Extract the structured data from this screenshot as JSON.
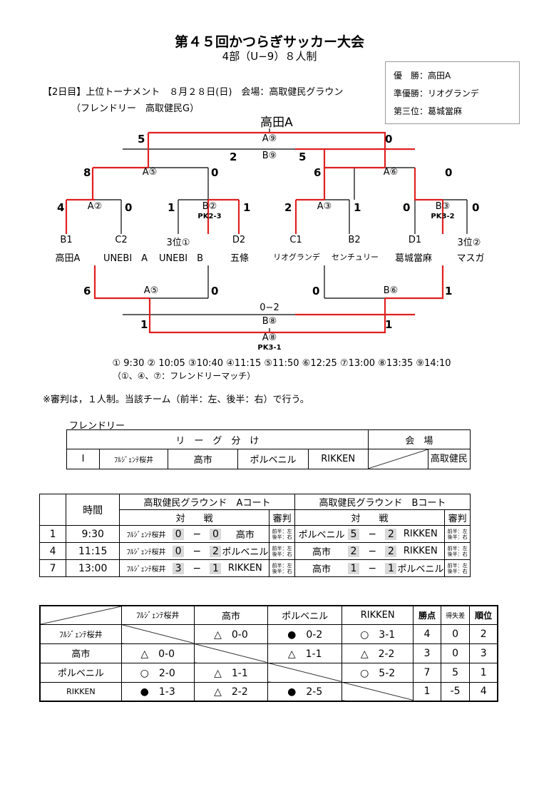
{
  "header": {
    "title": "第４５回かつらぎサッカー大会",
    "subtitle": "4部（U−9）８人制",
    "day_info": "【2日目】上位トーナメント　８月２８日(日)　会場：高取健民グラウン",
    "friendly_venue": "（フレンドリー　高取健民G）"
  },
  "results": {
    "winner": "優　勝：高田A",
    "runner_up": "準優勝：リオグランデ",
    "third": "第三位：葛城當麻"
  },
  "bracket": {
    "champion": "高田A",
    "final": {
      "label": "A⑨",
      "left": "5",
      "right": "0"
    },
    "third_place": {
      "label": "B⑨",
      "left": "2",
      "right": "5"
    },
    "semi_left": {
      "label": "A⑤",
      "left": "8",
      "right": "0"
    },
    "semi_right": {
      "label": "A⑥",
      "left": "6",
      "right": "0"
    },
    "qf1": {
      "label": "A②",
      "left": "4",
      "right": "0"
    },
    "qf2": {
      "label": "B②",
      "left": "1",
      "right": "1",
      "pk": "PK2-3"
    },
    "qf3": {
      "label": "A③",
      "left": "2",
      "right": "1"
    },
    "qf4": {
      "label": "B③",
      "left": "0",
      "right": "0",
      "pk": "PK3-2"
    },
    "seeds": [
      "B1",
      "C2",
      "3位①",
      "D2",
      "C1",
      "B2",
      "D1",
      "3位②"
    ],
    "teams": [
      "高田A",
      "UNEBI　A",
      "UNEBI　B",
      "五條",
      "リオグランデ",
      "センチュリー",
      "葛城當麻",
      "マスガ"
    ],
    "lower_left": {
      "label": "A⑤",
      "left": "6",
      "right": "0"
    },
    "lower_right": {
      "label": "B⑥",
      "left": "0",
      "right": "1"
    },
    "lower_final_top": {
      "score": "0−2",
      "label": "B⑧"
    },
    "lower_final_bottom": {
      "label": "A⑧",
      "left": "1",
      "right": "1",
      "pk": "PK3-1"
    }
  },
  "schedule": {
    "times": "① 9:30 ② 10:05 ③10:40 ④11:15 ⑤11:50 ⑥12:25 ⑦13:00 ⑧13:35 ⑨14:10",
    "friendly_note": "（①、④、⑦：フレンドリーマッチ）",
    "referee_note": "※審判は，１人制。当該チーム（前半：左、後半：右）で行う。"
  },
  "friendly_table": {
    "caption": "フレンドリー",
    "header_league": "リ　ー　グ　分　け",
    "header_venue": "会　場",
    "group": "Ⅰ",
    "teams": [
      "ﾌﾙｼﾞｪﾝﾃ桜井",
      "高市",
      "ポルベニル",
      "RIKKEN"
    ],
    "venue": "高取健民"
  },
  "match_table": {
    "col_time": "時間",
    "court_a": "高取健民グラウンド　Aコート",
    "court_b": "高取健民グラウンド　Bコート",
    "col_match": "対　　戦",
    "col_ref": "審判",
    "dash": "−",
    "ref_line1": "前半：左",
    "ref_line2": "後半：右",
    "rows": [
      {
        "no": "1",
        "time": "9:30",
        "a": {
          "home": "ﾌﾙｼﾞｪﾝﾃ桜井",
          "hs": "0",
          "as": "0",
          "away": "高市"
        },
        "b": {
          "home": "ポルベニル",
          "hs": "5",
          "as": "2",
          "away": "RIKKEN"
        }
      },
      {
        "no": "4",
        "time": "11:15",
        "a": {
          "home": "ﾌﾙｼﾞｪﾝﾃ桜井",
          "hs": "0",
          "as": "2",
          "away": "ポルベニル"
        },
        "b": {
          "home": "高市",
          "hs": "2",
          "as": "2",
          "away": "RIKKEN"
        }
      },
      {
        "no": "7",
        "time": "13:00",
        "a": {
          "home": "ﾌﾙｼﾞｪﾝﾃ桜井",
          "hs": "3",
          "as": "1",
          "away": "RIKKEN"
        },
        "b": {
          "home": "高市",
          "hs": "1",
          "as": "1",
          "away": "ポルベニル"
        }
      }
    ]
  },
  "league_table": {
    "columns": [
      "ﾌﾙｼﾞｪﾝﾃ桜井",
      "高市",
      "ポルベニル",
      "RIKKEN"
    ],
    "col_points": "勝点",
    "col_diff": "得失差",
    "col_rank": "順位",
    "rows": [
      {
        "team": "ﾌﾙｼﾞｪﾝﾃ桜井",
        "cells": [
          "",
          "△　0-0",
          "●　0-2",
          "○　3-1"
        ],
        "points": "4",
        "diff": "0",
        "rank": "2"
      },
      {
        "team": "高市",
        "cells": [
          "△　0-0",
          "",
          "△　1-1",
          "△　2-2"
        ],
        "points": "3",
        "diff": "0",
        "rank": "3"
      },
      {
        "team": "ポルベニル",
        "cells": [
          "○　2-0",
          "△　1-1",
          "",
          "○　5-2"
        ],
        "points": "7",
        "diff": "5",
        "rank": "1"
      },
      {
        "team": "RIKKEN",
        "cells": [
          "●　1-3",
          "△　2-2",
          "●　2-5",
          ""
        ],
        "points": "1",
        "diff": "-5",
        "rank": "4"
      }
    ]
  }
}
